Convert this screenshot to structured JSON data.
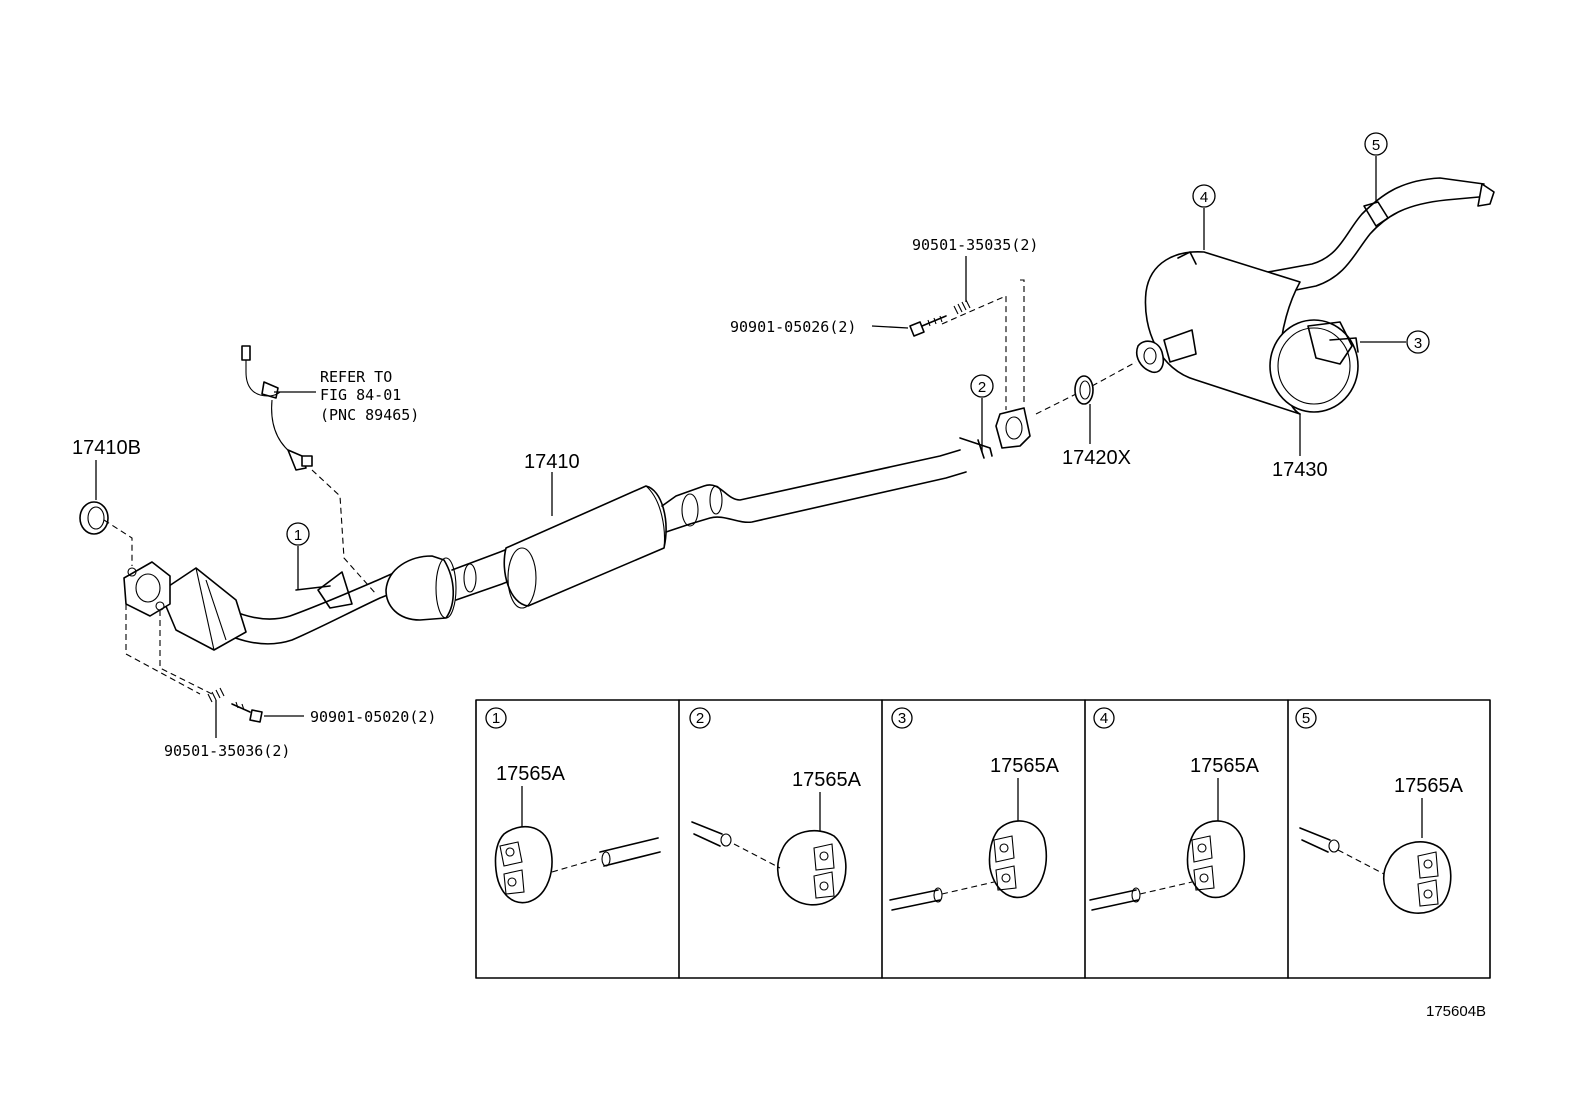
{
  "labels": {
    "gasket_front": "17410B",
    "front_pipe": "17410",
    "gasket_rear": "17420X",
    "tail_pipe": "17430",
    "bolt_rear": "90901-05026(2)",
    "spring_rear": "90501-35035(2)",
    "bolt_front": "90901-05020(2)",
    "spring_front": "90501-35036(2)",
    "refer_line1": "REFER TO",
    "refer_line2": "FIG 84-01",
    "refer_line3": "(PNC 89465)",
    "figure_code": "175604B"
  },
  "callouts": {
    "c1": "1",
    "c2": "2",
    "c3": "3",
    "c4": "4",
    "c5": "5"
  },
  "detail_panels": [
    {
      "index": "1",
      "part": "17565A"
    },
    {
      "index": "2",
      "part": "17565A"
    },
    {
      "index": "3",
      "part": "17565A"
    },
    {
      "index": "4",
      "part": "17565A"
    },
    {
      "index": "5",
      "part": "17565A"
    }
  ],
  "icons": [
    "exhaust-pipe-drawing",
    "muffler-drawing",
    "oxygen-sensor-drawing",
    "rubber-hanger-drawing"
  ],
  "colors": {
    "line": "#000000",
    "background": "#ffffff"
  }
}
